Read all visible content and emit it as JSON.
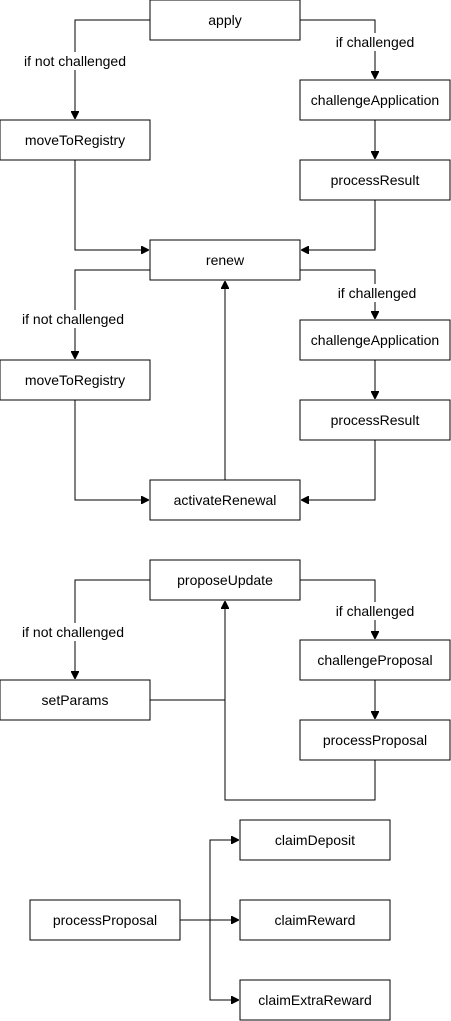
{
  "nodes": {
    "apply": "apply",
    "move_to_registry_1": "moveToRegistry",
    "challenge_application_1": "challengeApplication",
    "process_result_1": "processResult",
    "renew": "renew",
    "move_to_registry_2": "moveToRegistry",
    "challenge_application_2": "challengeApplication",
    "process_result_2": "processResult",
    "activate_renewal": "activateRenewal",
    "propose_update": "proposeUpdate",
    "set_params": "setParams",
    "challenge_proposal": "challengeProposal",
    "process_proposal_1": "processProposal",
    "process_proposal_2": "processProposal",
    "claim_deposit": "claimDeposit",
    "claim_reward": "claimReward",
    "claim_extra_reward": "claimExtraReward"
  },
  "labels": {
    "if_not_challenged_1": "if not challenged",
    "if_challenged_1": "if challenged",
    "if_not_challenged_2": "if not challenged",
    "if_challenged_2": "if challenged",
    "if_not_challenged_3": "if not challenged",
    "if_challenged_3": "if challenged"
  }
}
